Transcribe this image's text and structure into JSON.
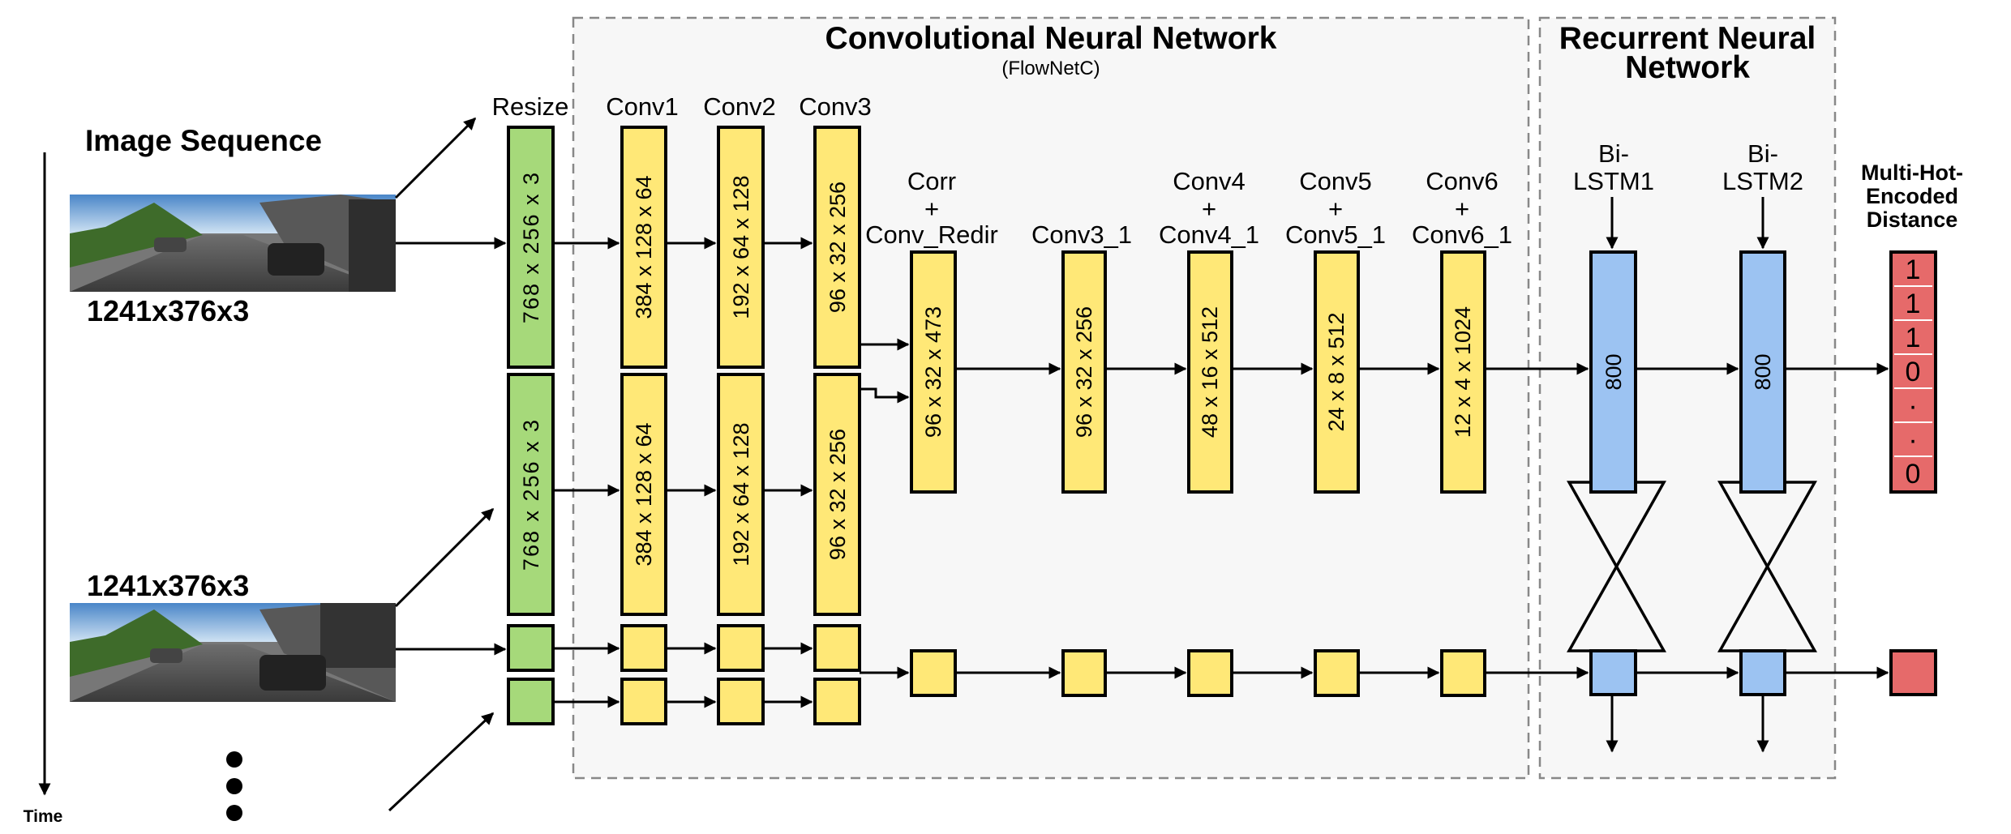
{
  "sections": {
    "cnn_title": "Convolutional Neural Network",
    "cnn_subtitle": "(FlowNetC)",
    "rnn_title_line1": "Recurrent Neural",
    "rnn_title_line2": "Network"
  },
  "inputs": {
    "title": "Image Sequence",
    "size_label_1": "1241x376x3",
    "size_label_2": "1241x376x3",
    "time_label": "Time"
  },
  "layers": {
    "resize": "Resize",
    "conv1": "Conv1",
    "conv2": "Conv2",
    "conv3": "Conv3",
    "corr": [
      "Corr",
      "+",
      "Conv_Redir"
    ],
    "conv3_1": "Conv3_1",
    "conv4": [
      "Conv4",
      "+",
      "Conv4_1"
    ],
    "conv5": [
      "Conv5",
      "+",
      "Conv5_1"
    ],
    "conv6": [
      "Conv6",
      "+",
      "Conv6_1"
    ],
    "bilstm1": [
      "Bi-",
      "LSTM1"
    ],
    "bilstm2": [
      "Bi-",
      "LSTM2"
    ],
    "output": [
      "Multi-Hot-",
      "Encoded",
      "Distance"
    ]
  },
  "dims": {
    "resize": "768 x 256 x 3",
    "conv1": "384 x 128 x 64",
    "conv2": "192 x 64 x 128",
    "conv3": "96 x 32 x 256",
    "corr": "96 x 32 x 473",
    "conv3_1": "96 x 32 x 256",
    "conv4": "48 x 16 x 512",
    "conv5": "24 x 8 x 512",
    "conv6": "12 x 4 x 1024",
    "lstm1": "800",
    "lstm2": "800"
  },
  "encoded_values": [
    "1",
    "1",
    "1",
    "0",
    "·",
    "·",
    "0"
  ],
  "colors": {
    "green": "#a6d97a",
    "yellow": "#ffe877",
    "blue": "#9cc3f2",
    "red": "#e66a6a",
    "panel": "#f7f7f7"
  }
}
